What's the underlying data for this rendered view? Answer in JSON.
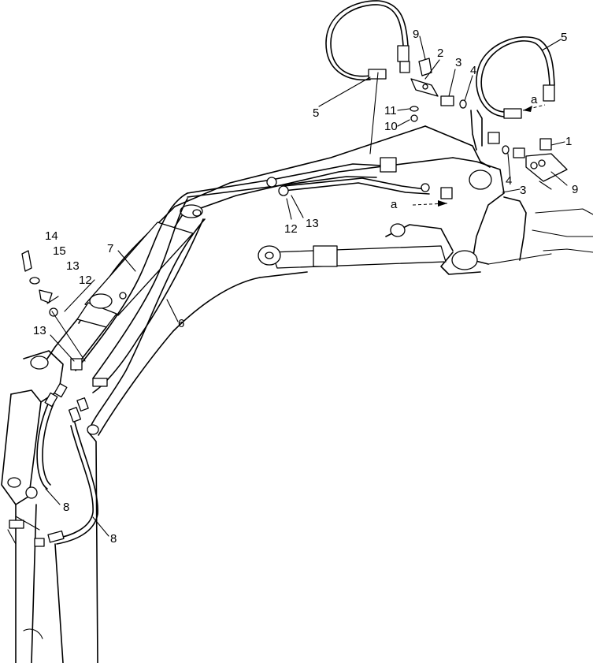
{
  "callouts": [
    {
      "id": "c5a",
      "text": "5"
    },
    {
      "id": "c9a",
      "text": "9"
    },
    {
      "id": "c2",
      "text": "2"
    },
    {
      "id": "c3a",
      "text": "3"
    },
    {
      "id": "c4a",
      "text": "4"
    },
    {
      "id": "c5b",
      "text": "5"
    },
    {
      "id": "ca1",
      "text": "a"
    },
    {
      "id": "c11",
      "text": "11"
    },
    {
      "id": "c10",
      "text": "10"
    },
    {
      "id": "c1",
      "text": "1"
    },
    {
      "id": "c9b",
      "text": "9"
    },
    {
      "id": "c4b",
      "text": "4"
    },
    {
      "id": "c3b",
      "text": "3"
    },
    {
      "id": "ca2",
      "text": "a"
    },
    {
      "id": "c12a",
      "text": "12"
    },
    {
      "id": "c13a",
      "text": "13"
    },
    {
      "id": "c14",
      "text": "14"
    },
    {
      "id": "c15",
      "text": "15"
    },
    {
      "id": "c13b",
      "text": "13"
    },
    {
      "id": "c12b",
      "text": "12"
    },
    {
      "id": "c7",
      "text": "7"
    },
    {
      "id": "c6",
      "text": "6"
    },
    {
      "id": "c13c",
      "text": "13"
    },
    {
      "id": "c8a",
      "text": "8"
    },
    {
      "id": "c8b",
      "text": "8"
    }
  ]
}
